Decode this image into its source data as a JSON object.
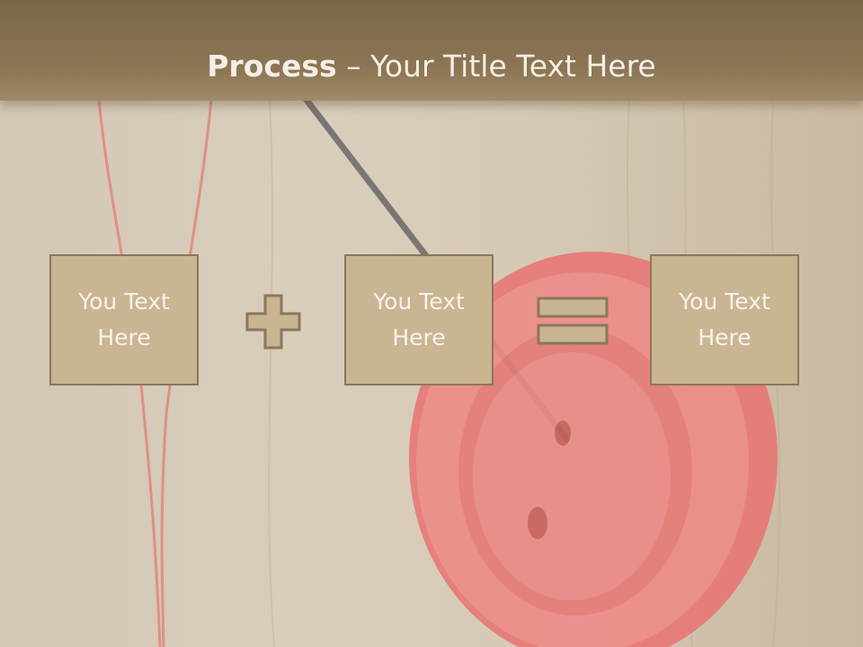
{
  "slide": {
    "title_bold": "Process",
    "title_rest": " – Your Title Text Here"
  },
  "boxes": [
    {
      "text": "You Text Here"
    },
    {
      "text": "You Text Here"
    },
    {
      "text": "You Text Here"
    }
  ],
  "operators": {
    "first": "plus-icon",
    "second": "equals-icon"
  },
  "colors": {
    "title_bar": "#8c7655",
    "box_fill": "#c9b592",
    "box_border": "#8c7759",
    "text": "#f7f3ec"
  }
}
